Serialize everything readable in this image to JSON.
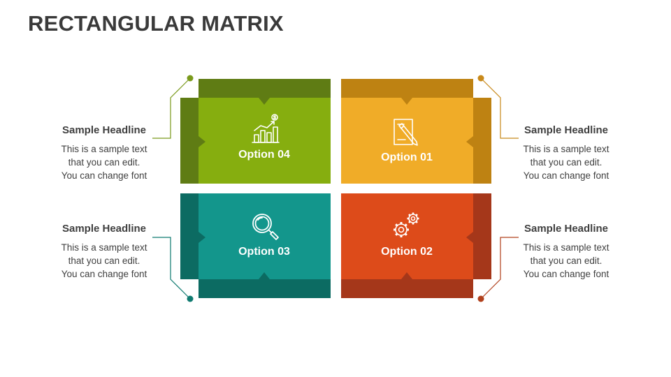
{
  "title": "RECTANGULAR MATRIX",
  "colors": {
    "green": {
      "main": "#86AE0F",
      "dark": "#5F7C14"
    },
    "orange": {
      "main": "#F0AC28",
      "dark": "#BE8212"
    },
    "teal": {
      "main": "#13968C",
      "dark": "#0C6B62"
    },
    "red": {
      "main": "#DD4B1A",
      "dark": "#A5371A"
    }
  },
  "tiles": {
    "top_left": {
      "label": "Option 04",
      "icon": "growth-chart-dollar-icon"
    },
    "top_right": {
      "label": "Option 01",
      "icon": "document-pencil-icon"
    },
    "bottom_left": {
      "label": "Option 03",
      "icon": "magnifier-icon"
    },
    "bottom_right": {
      "label": "Option 02",
      "icon": "gears-icon"
    }
  },
  "sides": {
    "top_left": {
      "headline": "Sample Headline",
      "line1": "This is a sample text",
      "line2": "that you can edit.",
      "line3": "You can change font"
    },
    "top_right": {
      "headline": "Sample Headline",
      "line1": "This is a sample text",
      "line2": "that you can edit.",
      "line3": "You can change font"
    },
    "bottom_left": {
      "headline": "Sample Headline",
      "line1": "This is a sample text",
      "line2": "that you can edit.",
      "line3": "You can change font"
    },
    "bottom_right": {
      "headline": "Sample Headline",
      "line1": "This is a sample text",
      "line2": "that you can edit.",
      "line3": "You can change font"
    }
  }
}
